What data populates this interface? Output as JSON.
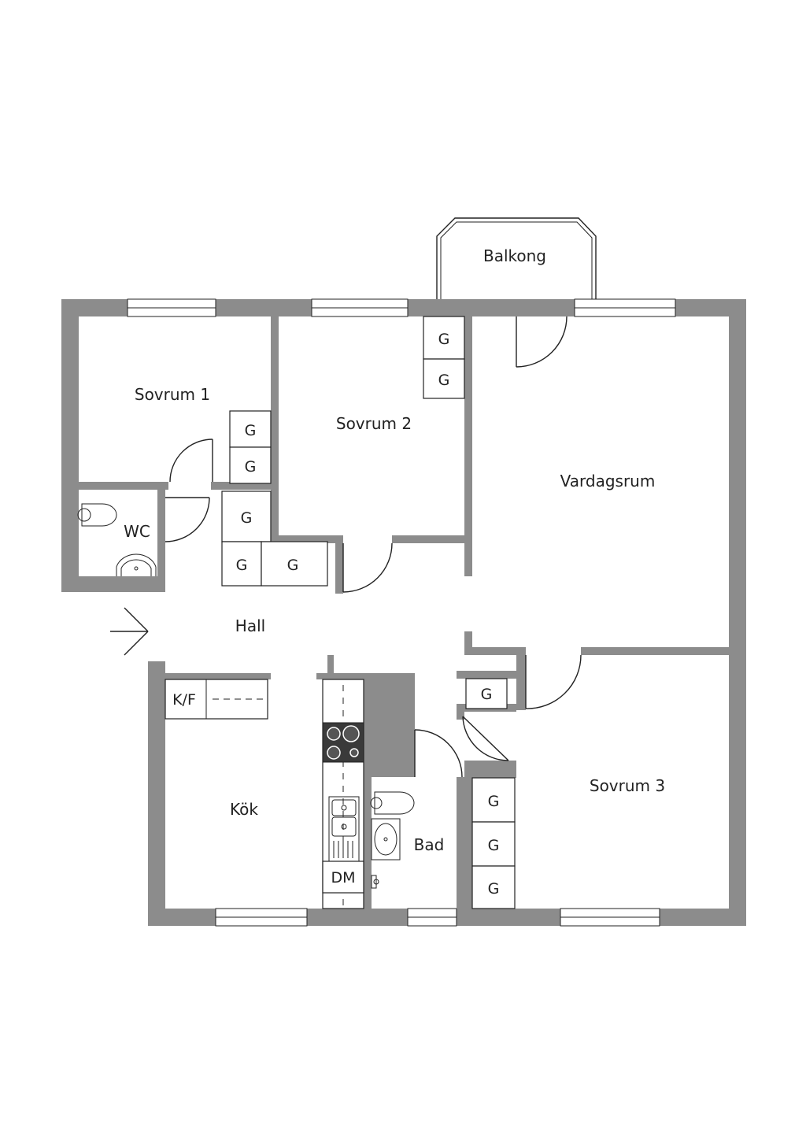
{
  "rooms": {
    "balkong": "Balkong",
    "sovrum1": "Sovrum 1",
    "sovrum2": "Sovrum 2",
    "vardagsrum": "Vardagsrum",
    "wc": "WC",
    "hall": "Hall",
    "kok": "Kök",
    "bad": "Bad",
    "sovrum3": "Sovrum 3"
  },
  "fixtures": {
    "closet": "G",
    "fridge_freezer": "K/F",
    "dishwasher": "DM"
  },
  "colors": {
    "wall": "#8c8c8c",
    "line": "#222222",
    "background": "#ffffff"
  }
}
